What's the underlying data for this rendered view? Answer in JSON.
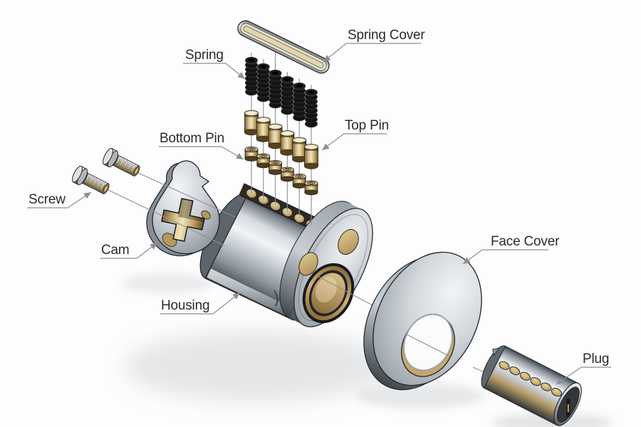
{
  "diagram": {
    "kind": "exploded-view",
    "background": "#fdfdfd",
    "parts": [
      {
        "id": "screw",
        "label": "Screw",
        "count": 2
      },
      {
        "id": "cam",
        "label": "Cam",
        "count": 1
      },
      {
        "id": "housing",
        "label": "Housing",
        "count": 1
      },
      {
        "id": "spring-cover",
        "label": "Spring Cover",
        "count": 1
      },
      {
        "id": "spring",
        "label": "Spring",
        "count": 6
      },
      {
        "id": "top-pin",
        "label": "Top Pin",
        "count": 6
      },
      {
        "id": "bottom-pin",
        "label": "Bottom Pin",
        "count": 6
      },
      {
        "id": "face-cover",
        "label": "Face Cover",
        "count": 1
      },
      {
        "id": "plug",
        "label": "Plug",
        "count": 1
      }
    ],
    "colors": {
      "brass": "#c8a96b",
      "steel": "#b9c0c8",
      "spring_black": "#161616",
      "leader_line": "#8b9094",
      "label_text": "#2b2b2b"
    }
  }
}
